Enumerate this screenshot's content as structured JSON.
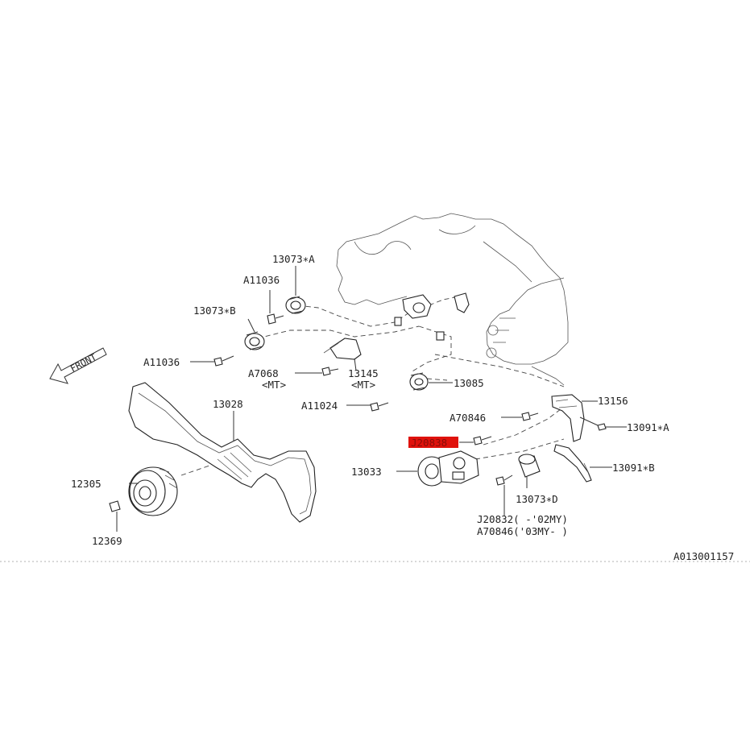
{
  "diagram": {
    "front_label": "FRONT",
    "figure_id": "A013001157",
    "highlight_color": "#e0120c",
    "parts": {
      "p13073A": "13073∗A",
      "p13073B": "13073∗B",
      "p13073D": "13073∗D",
      "pA11036_top": "A11036",
      "pA11036_left": "A11036",
      "pA7068": "A7068",
      "pA7068_note": "<MT>",
      "p13145": "13145",
      "p13145_note": "<MT>",
      "p13085": "13085",
      "pA11024": "A11024",
      "p13028": "13028",
      "p13156": "13156",
      "pA70846": "A70846",
      "p13091A": "13091∗A",
      "p13091B": "13091∗B",
      "pJ20838": "J20838",
      "p13033": "13033",
      "p12305": "12305",
      "p12369": "12369",
      "pJ20832_note": "J20832(    -'02MY)",
      "pA70846_note": "A70846('03MY-    )"
    }
  }
}
